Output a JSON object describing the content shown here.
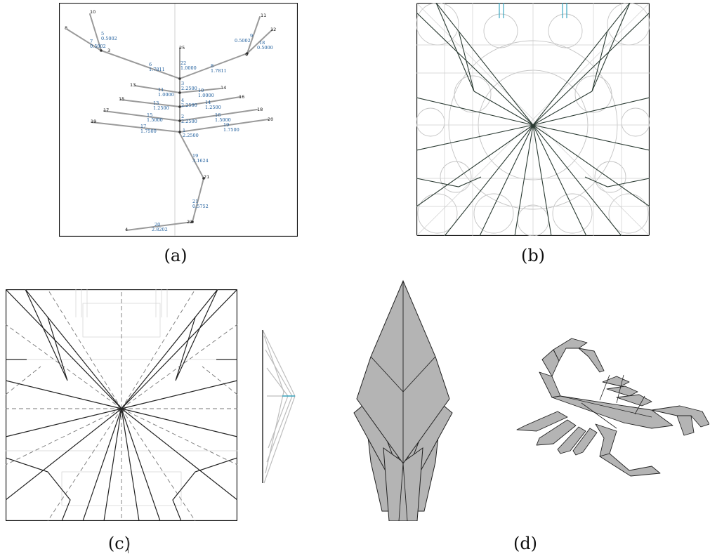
{
  "captions": {
    "a": "(a)",
    "b": "(b)",
    "c": "(c)",
    "d": "(d)"
  },
  "tree": {
    "nodes": {
      "n10": "10",
      "n8": "8",
      "n11": "11",
      "n12": "12",
      "n25": "25",
      "n13": "13",
      "n14": "14",
      "n15": "15",
      "n16": "16",
      "n17": "17",
      "n18": "18",
      "n19": "19",
      "n20": "20",
      "n21": "21",
      "n22": "22",
      "n4": "4",
      "n3": "3",
      "n9": "9"
    },
    "edges": [
      {
        "id": "5",
        "len": "0.5002"
      },
      {
        "id": "7",
        "len": "0.5002"
      },
      {
        "id": "9",
        "len": "0.5002"
      },
      {
        "id": "18",
        "len": "0.5000"
      },
      {
        "id": "6",
        "len": "1.7811"
      },
      {
        "id": "8",
        "len": "1.7811"
      },
      {
        "id": "22",
        "len": "1.0000"
      },
      {
        "id": "11",
        "len": "1.0000"
      },
      {
        "id": "10",
        "len": "1.0000"
      },
      {
        "id": "3",
        "len": "2.2500"
      },
      {
        "id": "13",
        "len": "1.2500"
      },
      {
        "id": "14",
        "len": "1.2500"
      },
      {
        "id": "4",
        "len": "2.2500"
      },
      {
        "id": "15",
        "len": "1.5000"
      },
      {
        "id": "16",
        "len": "1.5000"
      },
      {
        "id": "2",
        "len": "2.2500"
      },
      {
        "id": "17",
        "len": "1.7500"
      },
      {
        "id": "19",
        "len": "1.7500"
      },
      {
        "id": "1",
        "len": "2.2500"
      },
      {
        "id": "19",
        "len": "3.1624"
      },
      {
        "id": "21",
        "len": "0.5752"
      },
      {
        "id": "20",
        "len": "2.8202"
      }
    ]
  },
  "colors": {
    "tree_line": "#9a9a9a",
    "label_blue": "#1a5a9a",
    "crease_dark": "#2a3a32",
    "crease_light": "#bdbdbd",
    "accent_cyan": "#3aa6c0",
    "paper": "#b4b4b4"
  }
}
